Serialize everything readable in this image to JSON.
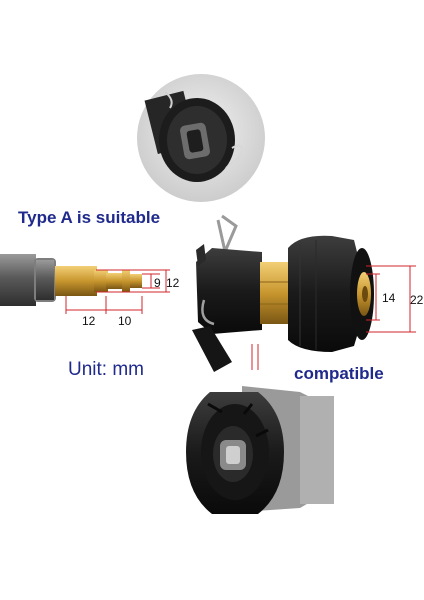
{
  "labels": {
    "type_a": "Type A is suitable",
    "unit": "Unit: mm",
    "compatible": "compatible"
  },
  "dimensions": {
    "d9": "9",
    "d12_v": "12",
    "d12_h": "12",
    "d10": "10",
    "d14": "14",
    "d22": "22"
  },
  "colors": {
    "label_blue": "#1f2a8c",
    "dimension_red": "#d0242b",
    "brass": "#c8962e",
    "rubber": "#1a1a1a"
  }
}
